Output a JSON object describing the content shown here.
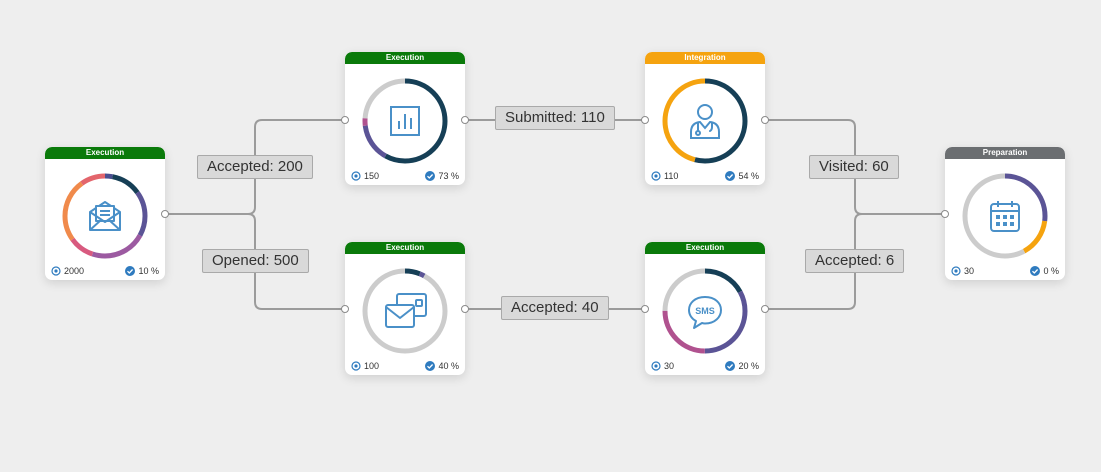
{
  "nodes": [
    {
      "id": "email",
      "stage": "Execution",
      "stage_class": "execution",
      "icon": "email-icon",
      "count": "2000",
      "percent": "10 %",
      "ring": [
        {
          "color": "#4a4e8f",
          "frac": 0.03
        },
        {
          "color": "#163f56",
          "frac": 0.12
        },
        {
          "color": "#5b5496",
          "frac": 0.18
        },
        {
          "color": "#9c5aa1",
          "frac": 0.22
        },
        {
          "color": "#d85a7f",
          "frac": 0.1
        },
        {
          "color": "#f08a4b",
          "frac": 0.25
        },
        {
          "color": "#e3656c",
          "frac": 0.1
        }
      ]
    },
    {
      "id": "analytics",
      "stage": "Execution",
      "stage_class": "execution",
      "icon": "bar-chart-icon",
      "count": "150",
      "percent": "73 %",
      "ring": [
        {
          "color": "#163f56",
          "frac": 0.58
        },
        {
          "color": "#5b5496",
          "frac": 0.15
        },
        {
          "color": "#b0528f",
          "frac": 0.03
        },
        {
          "color": "#cccccc",
          "frac": 0.24
        }
      ]
    },
    {
      "id": "wallet",
      "stage": "Execution",
      "stage_class": "execution",
      "icon": "wallet-icon",
      "count": "100",
      "percent": "40 %",
      "ring": [
        {
          "color": "#163f56",
          "frac": 0.06
        },
        {
          "color": "#5b5496",
          "frac": 0.02
        },
        {
          "color": "#cccccc",
          "frac": 0.92
        }
      ]
    },
    {
      "id": "doctor",
      "stage": "Integration",
      "stage_class": "integration",
      "icon": "doctor-icon",
      "count": "110",
      "percent": "54 %",
      "ring": [
        {
          "color": "#163f56",
          "frac": 0.54
        },
        {
          "color": "#f5a30f",
          "frac": 0.46
        }
      ]
    },
    {
      "id": "sms",
      "stage": "Execution",
      "stage_class": "execution",
      "icon": "sms-icon",
      "count": "30",
      "percent": "20 %",
      "ring": [
        {
          "color": "#163f56",
          "frac": 0.17
        },
        {
          "color": "#5b5496",
          "frac": 0.33
        },
        {
          "color": "#b0528f",
          "frac": 0.25
        },
        {
          "color": "#cccccc",
          "frac": 0.25
        }
      ]
    },
    {
      "id": "calendar",
      "stage": "Preparation",
      "stage_class": "preparation",
      "icon": "calendar-icon",
      "count": "30",
      "percent": "0 %",
      "ring": [
        {
          "color": "#5b5496",
          "frac": 0.27
        },
        {
          "color": "#f5a30f",
          "frac": 0.15
        },
        {
          "color": "#cccccc",
          "frac": 0.58
        }
      ]
    }
  ],
  "edges": [
    {
      "id": "accepted-200",
      "label": "Accepted: 200"
    },
    {
      "id": "opened-500",
      "label": "Opened: 500"
    },
    {
      "id": "submitted-110",
      "label": "Submitted: 110"
    },
    {
      "id": "accepted-40",
      "label": "Accepted: 40"
    },
    {
      "id": "visited-60",
      "label": "Visited: 60"
    },
    {
      "id": "accepted-6",
      "label": "Accepted: 6"
    }
  ],
  "colors": {
    "icon": "#4a90c8",
    "connector": "#9b9b9b",
    "check": "#2f7bbf"
  }
}
